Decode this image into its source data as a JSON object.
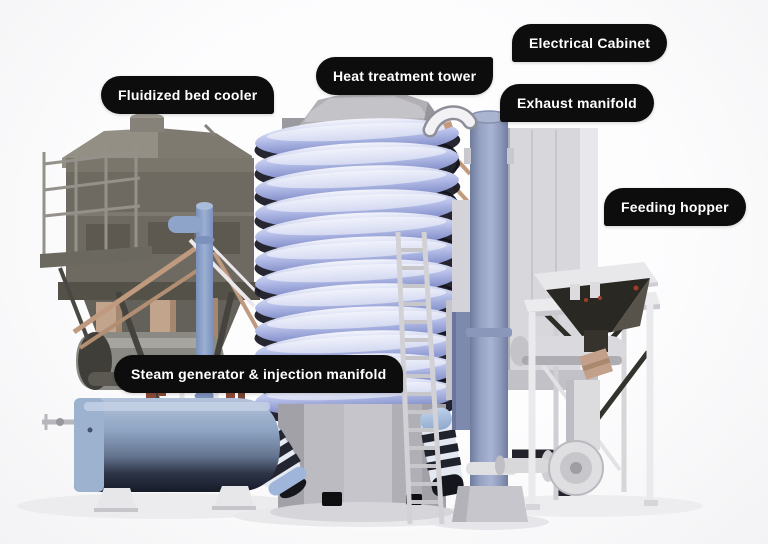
{
  "pill": {
    "background": "#0d0d0d",
    "text_color": "#ffffff"
  },
  "labels": [
    {
      "id": "fluidized-bed-cooler",
      "text": "Fluidized bed cooler"
    },
    {
      "id": "heat-treatment-tower",
      "text": "Heat treatment tower"
    },
    {
      "id": "electrical-cabinet",
      "text": "Electrical Cabinet"
    },
    {
      "id": "exhaust-manifold",
      "text": "Exhaust manifold"
    },
    {
      "id": "feeding-hopper",
      "text": "Feeding hopper"
    },
    {
      "id": "steam-generator",
      "text": "Steam generator & injection manifold"
    }
  ],
  "palette": {
    "background": "#f7f7f8",
    "coil_blue": "#9aa5d8",
    "coil_highlight": "#f4f5fc",
    "coil_shadow": "#14141e",
    "steel_gray": "#9b9aa1",
    "cooler_taupe": "#6e6a61",
    "stack_blue": "#93a0c2",
    "copper": "#c49a7d",
    "hopper_white": "#e9e9ec",
    "vessel_blue": "#8ea4c2"
  }
}
